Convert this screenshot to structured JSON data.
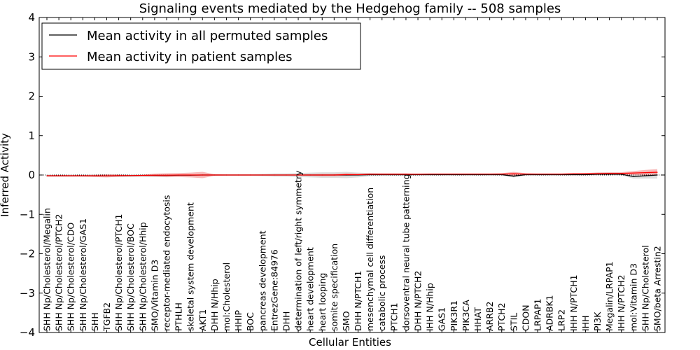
{
  "chart_data": {
    "type": "line",
    "title": "Signaling events mediated by the Hedgehog family -- 508 samples",
    "xlabel": "Cellular Entities",
    "ylabel": "Inferred Activity",
    "ylim": [
      -4,
      4
    ],
    "yticks": [
      -4,
      -3,
      -2,
      -1,
      0,
      1,
      2,
      3,
      4
    ],
    "grid": false,
    "legend_position": "top-left",
    "categories": [
      "SHH Np/Cholesterol/Megalin",
      "SHH Np/Cholesterol/PTCH2",
      "SHH Np/Cholesterol/CDO",
      "SHH Np/Cholesterol/GAS1",
      "SHH",
      "TGFB2",
      "SHH Np/Cholesterol/PTCH1",
      "SHH Np/Cholesterol/BOC",
      "SHH Np/Cholesterol/Hhip",
      "SMO/Vitamin D3",
      "receptor-mediated endocytosis",
      "PTHLH",
      "skeletal system development",
      "AKT1",
      "DHH N/Hhip",
      "mol:Cholesterol",
      "HHIP",
      "BOC",
      "pancreas development",
      "EntrezGene:84976",
      "DHH",
      "determination of left/right symmetry",
      "heart development",
      "heart looping",
      "somite specification",
      "SMO",
      "DHH N/PTCH1",
      "mesenchymal cell differentiation",
      "catabolic process",
      "PTCH1",
      "dorsoventral neural tube patterning",
      "DHH N/PTCH2",
      "IHH N/Hhip",
      "GAS1",
      "PIK3R1",
      "PIK3CA",
      "HHAT",
      "ARRB2",
      "PTCH2",
      "STIL",
      "CDON",
      "LRPAP1",
      "ADRBK1",
      "LRP2",
      "IHH N/PTCH1",
      "IHH",
      "PI3K",
      "Megalin/LRPAP1",
      "IHH N/PTCH2",
      "mol:Vitamin D3",
      "SHH Np/Cholesterol",
      "SMO/beta Arrestin2"
    ],
    "series": [
      {
        "name": "Mean activity in all permuted samples",
        "color": "#000000",
        "band_color": "#c8c8c8",
        "values": [
          -0.02,
          -0.02,
          -0.02,
          -0.02,
          -0.02,
          -0.02,
          -0.02,
          -0.02,
          -0.015,
          -0.01,
          -0.01,
          -0.005,
          -0.005,
          0.0,
          0.0,
          0.0,
          0.0,
          0.0,
          0.0,
          0.0,
          0.0,
          0.0,
          0.0,
          0.0,
          0.0,
          0.0,
          0.0,
          0.01,
          0.01,
          0.01,
          0.01,
          0.01,
          0.01,
          0.01,
          0.01,
          0.01,
          0.01,
          0.01,
          0.01,
          -0.03,
          0.01,
          0.01,
          0.01,
          0.01,
          0.01,
          0.01,
          0.02,
          0.02,
          0.02,
          -0.04,
          -0.02,
          0.0
        ],
        "band": [
          0.02,
          0.02,
          0.02,
          0.02,
          0.02,
          0.02,
          0.02,
          0.02,
          0.02,
          0.02,
          0.02,
          0.02,
          0.02,
          0.02,
          0.02,
          0.02,
          0.02,
          0.02,
          0.03,
          0.04,
          0.04,
          0.05,
          0.06,
          0.07,
          0.07,
          0.08,
          0.06,
          0.04,
          0.03,
          0.03,
          0.03,
          0.02,
          0.02,
          0.02,
          0.02,
          0.02,
          0.02,
          0.02,
          0.02,
          0.03,
          0.02,
          0.02,
          0.02,
          0.02,
          0.02,
          0.02,
          0.02,
          0.02,
          0.03,
          0.05,
          0.07,
          0.09
        ]
      },
      {
        "name": "Mean activity in patient samples",
        "color": "#ff0000",
        "band_color": "#f08080",
        "values": [
          -0.02,
          -0.02,
          -0.02,
          -0.02,
          -0.02,
          -0.02,
          -0.015,
          -0.015,
          -0.01,
          -0.005,
          -0.005,
          0.0,
          0.0,
          0.0,
          0.0,
          0.0,
          0.0,
          0.0,
          0.0,
          0.0,
          0.0,
          0.0,
          0.0,
          0.0,
          0.0,
          0.01,
          0.01,
          0.02,
          0.02,
          0.02,
          0.02,
          0.02,
          0.025,
          0.025,
          0.025,
          0.025,
          0.025,
          0.025,
          0.025,
          0.03,
          0.025,
          0.025,
          0.025,
          0.025,
          0.03,
          0.03,
          0.035,
          0.04,
          0.04,
          0.05,
          0.06,
          0.07
        ],
        "band": [
          0.02,
          0.02,
          0.02,
          0.02,
          0.03,
          0.04,
          0.03,
          0.02,
          0.02,
          0.04,
          0.05,
          0.05,
          0.06,
          0.08,
          0.02,
          0.01,
          0.01,
          0.01,
          0.01,
          0.01,
          0.01,
          0.01,
          0.02,
          0.03,
          0.03,
          0.03,
          0.02,
          0.02,
          0.02,
          0.02,
          0.02,
          0.01,
          0.01,
          0.01,
          0.01,
          0.01,
          0.01,
          0.01,
          0.02,
          0.05,
          0.02,
          0.01,
          0.01,
          0.01,
          0.01,
          0.02,
          0.03,
          0.03,
          0.03,
          0.05,
          0.07,
          0.08
        ]
      }
    ]
  }
}
